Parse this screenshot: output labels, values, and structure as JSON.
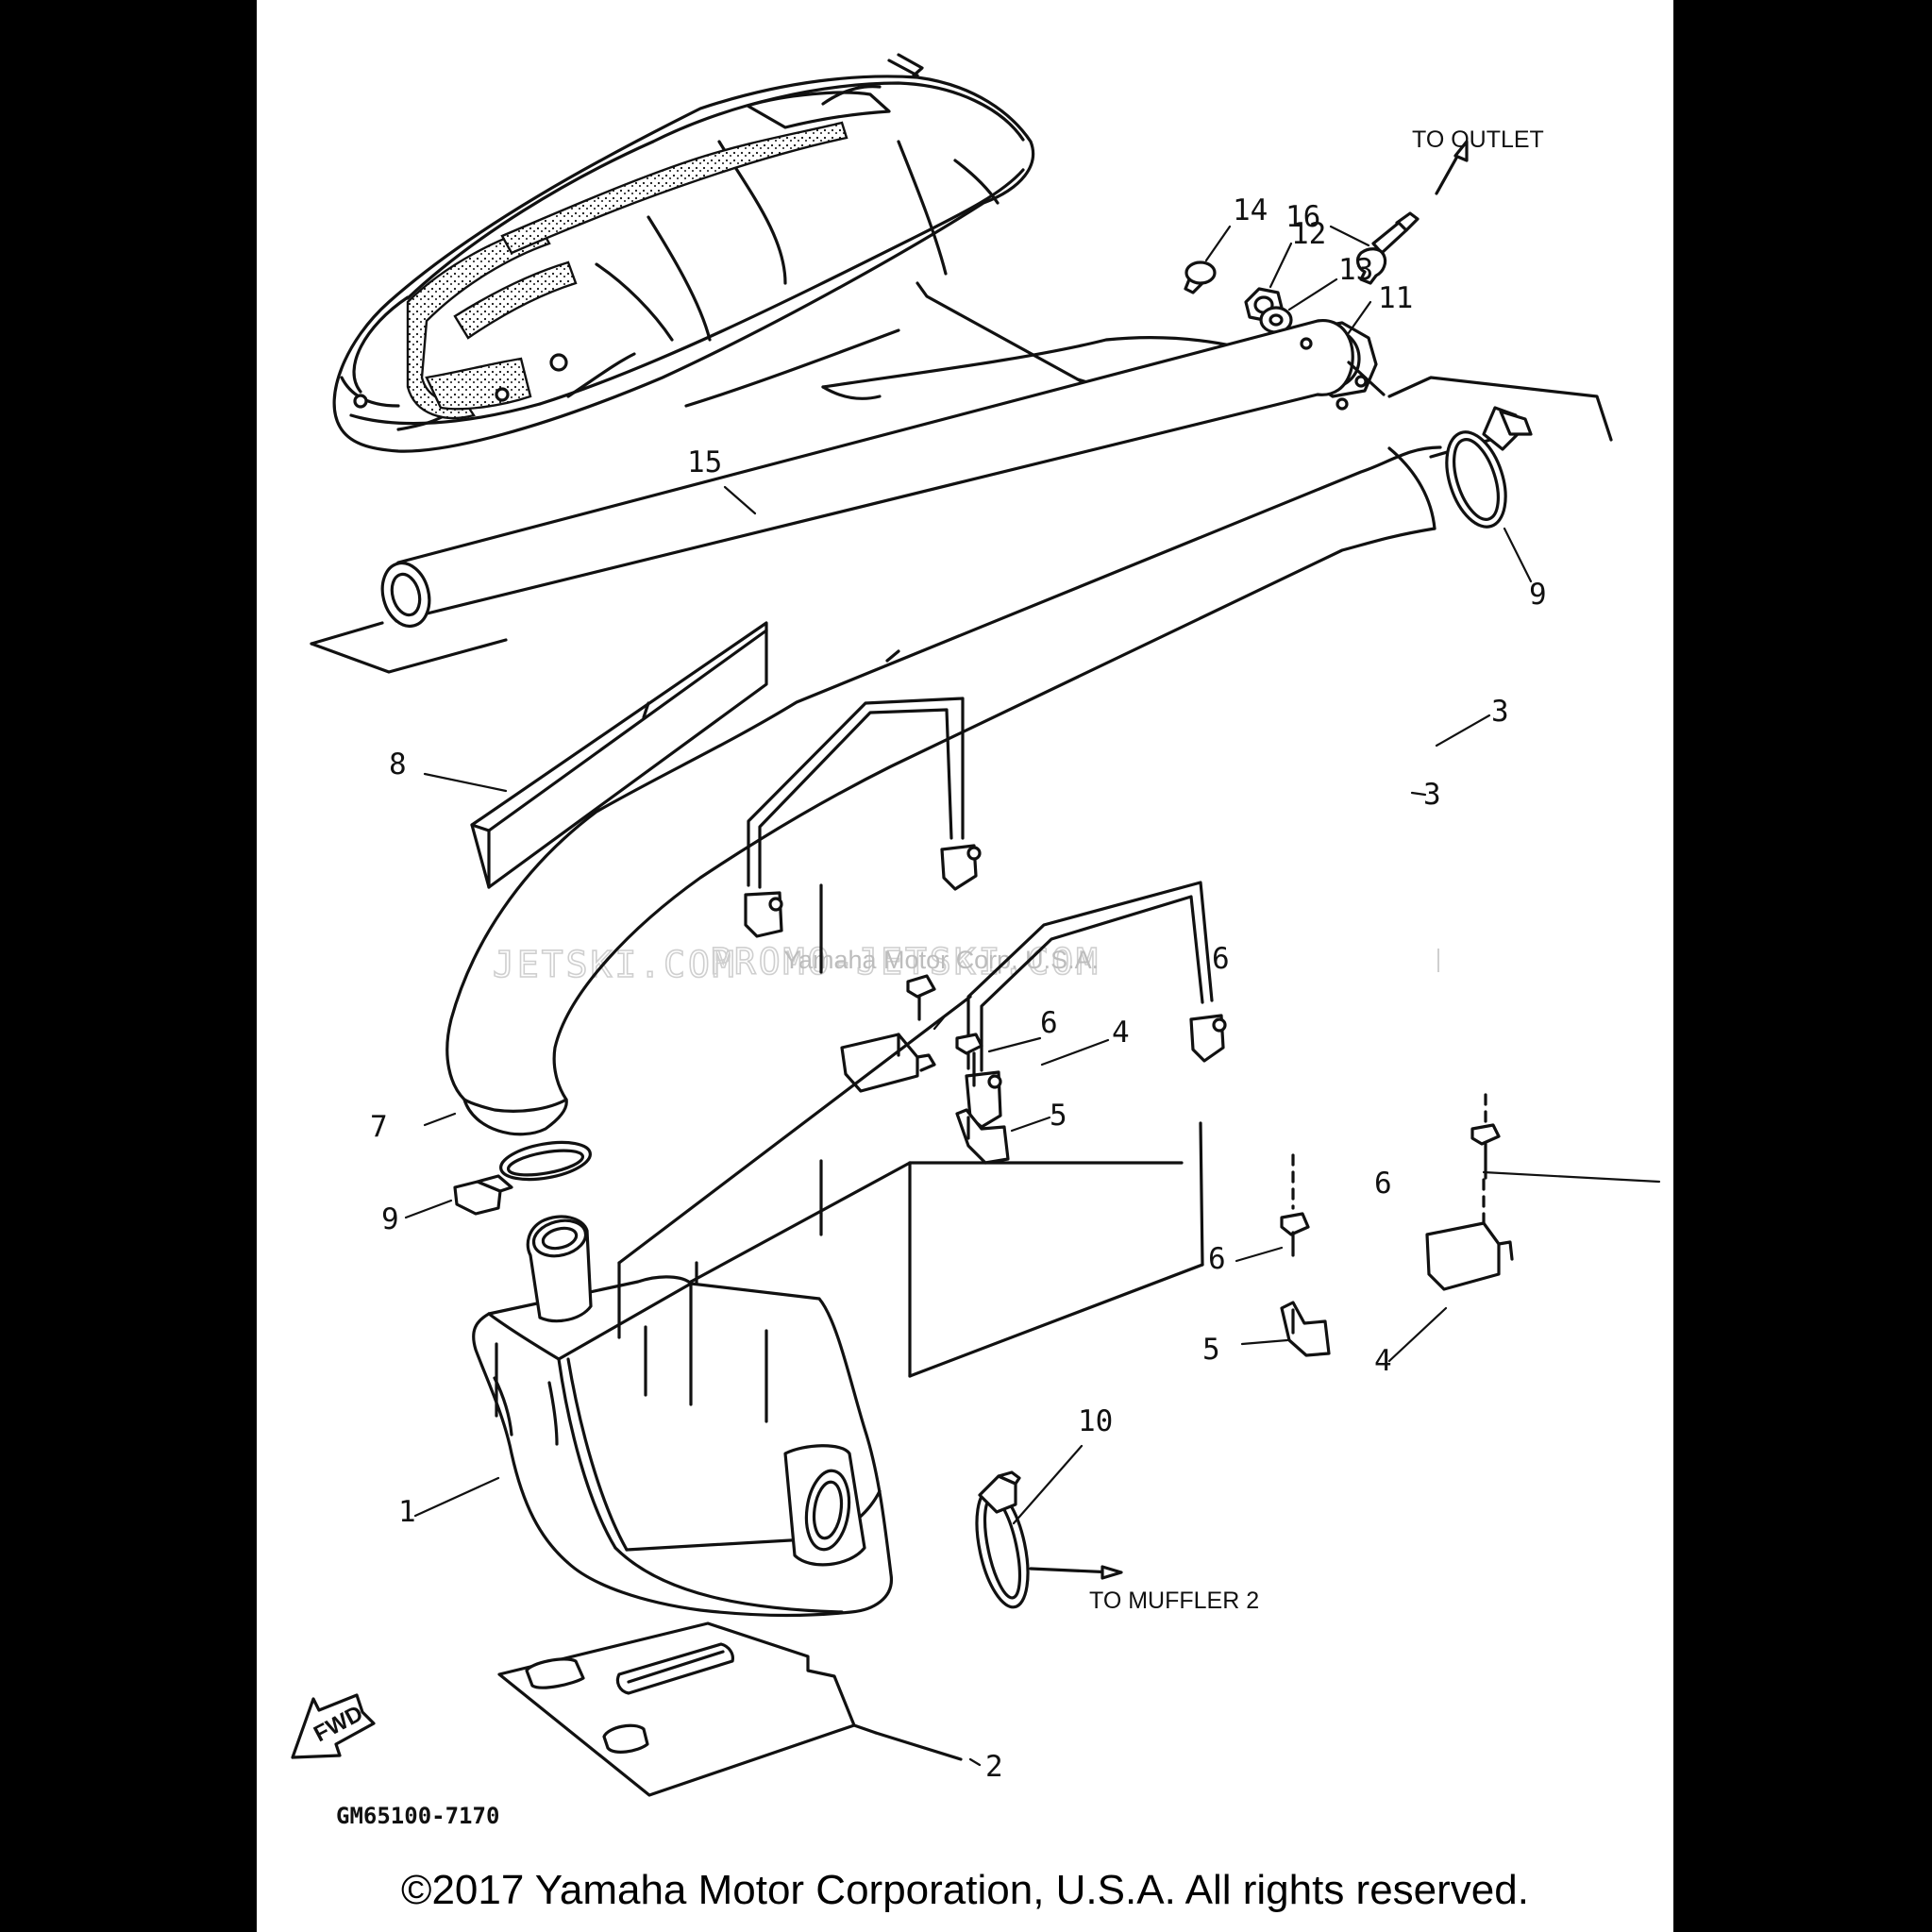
{
  "diagram": {
    "callouts": {
      "c1": "1",
      "c2": "2",
      "c3a": "3",
      "c3b": "3",
      "c4a": "4",
      "c4b": "4",
      "c5a": "5",
      "c5b": "5",
      "c6a": "6",
      "c6b": "6",
      "c6c": "6",
      "c6d": "6",
      "c7": "7",
      "c8": "8",
      "c9a": "9",
      "c9b": "9",
      "c10": "10",
      "c11": "11",
      "c12": "12",
      "c13": "13",
      "c14": "14",
      "c15": "15",
      "c16": "16"
    },
    "to_outlet": "TO OUTLET",
    "to_muffler": "TO MUFFLER 2",
    "fwd": "FWD",
    "drawing_code": "GM65100-7170",
    "watermark_left": "JETSKI.COM",
    "watermark_right": "PROMO-JETSKI.COM",
    "watermark_mid": "Yamaha Motor Corp. U.S.A."
  },
  "copyright": "©2017 Yamaha Motor Corporation, U.S.A. All rights reserved."
}
